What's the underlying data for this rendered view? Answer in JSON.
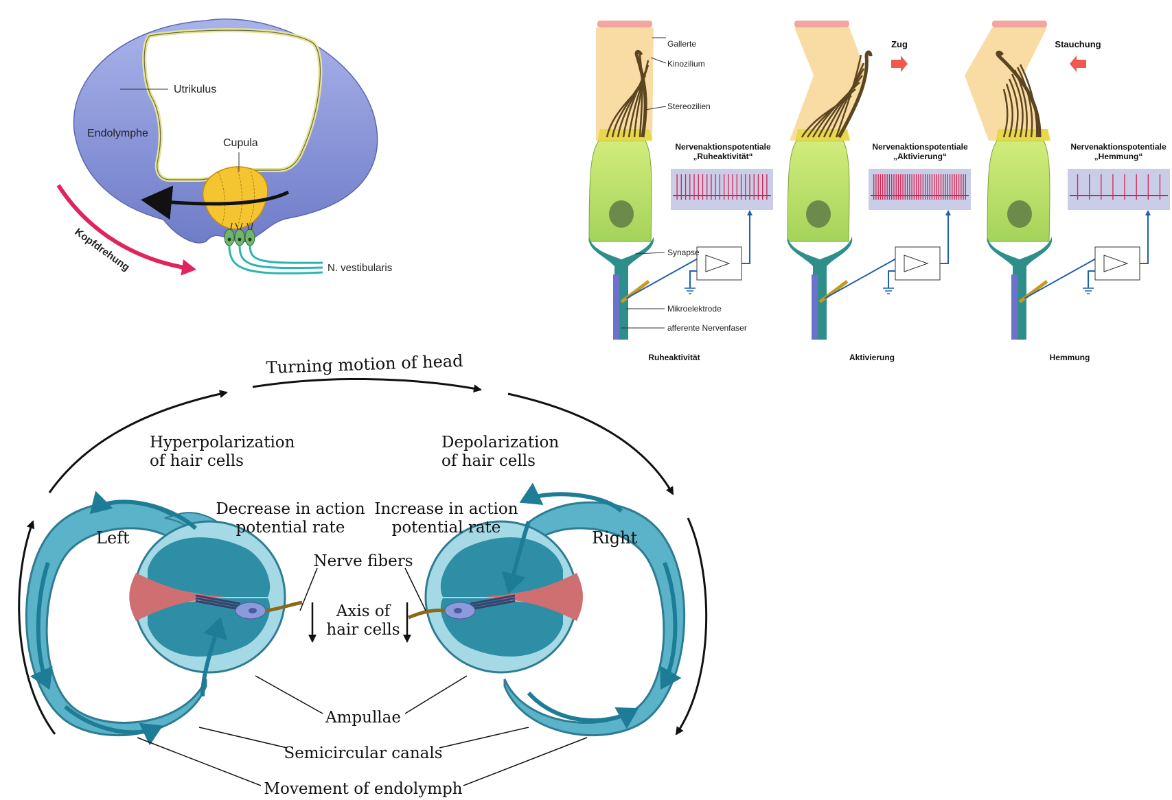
{
  "cupula_diagram": {
    "labels": {
      "utrikulus": "Utrikulus",
      "endolymphe": "Endolymphe",
      "cupula": "Cupula",
      "nerve": "N. vestibularis",
      "rotation": "Kopfdrehung"
    },
    "colors": {
      "body": "#8a95d6",
      "cupula": "#f5c531",
      "arrow": "#e0245e",
      "nerve": "#2bb5b0"
    }
  },
  "hair_cell_panels": {
    "labels": {
      "gallerte": "Gallerte",
      "kinozilium": "Kinozilium",
      "stereozilien": "Stereozilien",
      "synapse": "Synapse",
      "mikroelektrode": "Mikroelektrode",
      "nervenfaser": "afferente Nervenfaser"
    },
    "panels": [
      {
        "trace_title_1": "Nervenaktionspotentiale",
        "trace_title_2": "„Ruheaktivität“",
        "caption": "Ruheaktivität",
        "force": "",
        "spike_count": 22
      },
      {
        "trace_title_1": "Nervenaktionspotentiale",
        "trace_title_2": "„Aktivierung“",
        "caption": "Aktivierung",
        "force": "Zug",
        "spike_count": 42
      },
      {
        "trace_title_1": "Nervenaktionspotentiale",
        "trace_title_2": "„Hemmung“",
        "caption": "Hemmung",
        "force": "Stauchung",
        "spike_count": 8
      }
    ],
    "colors": {
      "gel": "#f8d89a",
      "cell": "#b8dc6a",
      "synapse": "#2e8f8a",
      "trace": "#d6204e",
      "trace_bg": "#c9cde8",
      "force_arrow": "#ee5a4e"
    }
  },
  "canal_diagram": {
    "title": "Turning motion of head",
    "left_state_1": "Hyperpolarization",
    "left_state_2": "of hair cells",
    "right_state_1": "Depolarization",
    "right_state_2": "of hair cells",
    "left_rate_1": "Decrease in action",
    "left_rate_2": "potential rate",
    "right_rate_1": "Increase in action",
    "right_rate_2": "potential rate",
    "left_label": "Left",
    "right_label": "Right",
    "nerve_fibers": "Nerve fibers",
    "axis_1": "Axis of",
    "axis_2": "hair cells",
    "ampullae": "Ampullae",
    "canals": "Semicircular canals",
    "endolymph": "Movement of endolymph",
    "colors": {
      "canal": "#5ab3c8",
      "canal_dark": "#2d8ea6",
      "ampulla": "#a6d9e6",
      "cupula": "#cf6f72",
      "flow": "#1d7c96"
    }
  }
}
